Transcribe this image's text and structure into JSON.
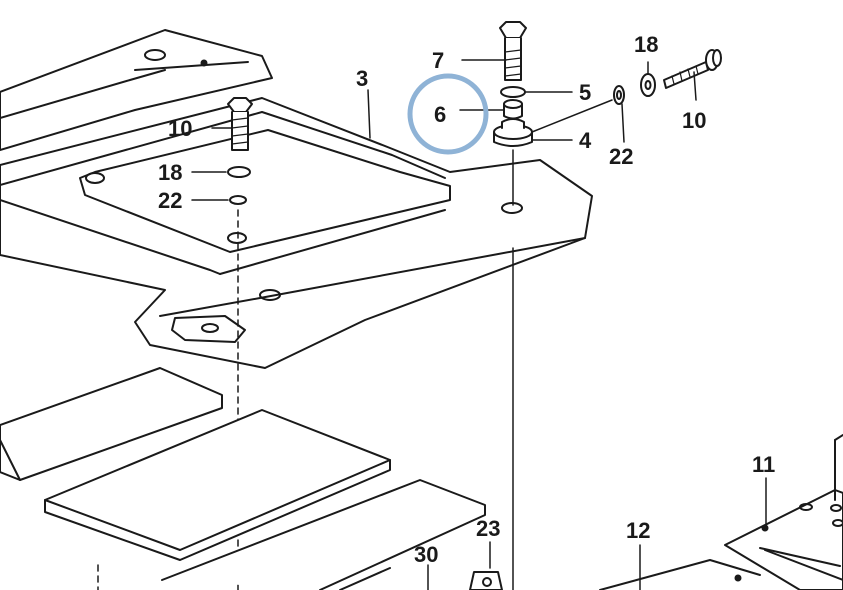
{
  "callouts": {
    "c3": "3",
    "c7": "7",
    "c5": "5",
    "c6": "6",
    "c4": "4",
    "c18_top": "18",
    "c22_top": "22",
    "c10_top": "10",
    "c10_left": "10",
    "c18_left": "18",
    "c22_left": "22",
    "c11": "11",
    "c12": "12",
    "c23": "23",
    "c30": "30"
  },
  "highlight": {
    "target": "6",
    "color": "#8fb3d6"
  }
}
